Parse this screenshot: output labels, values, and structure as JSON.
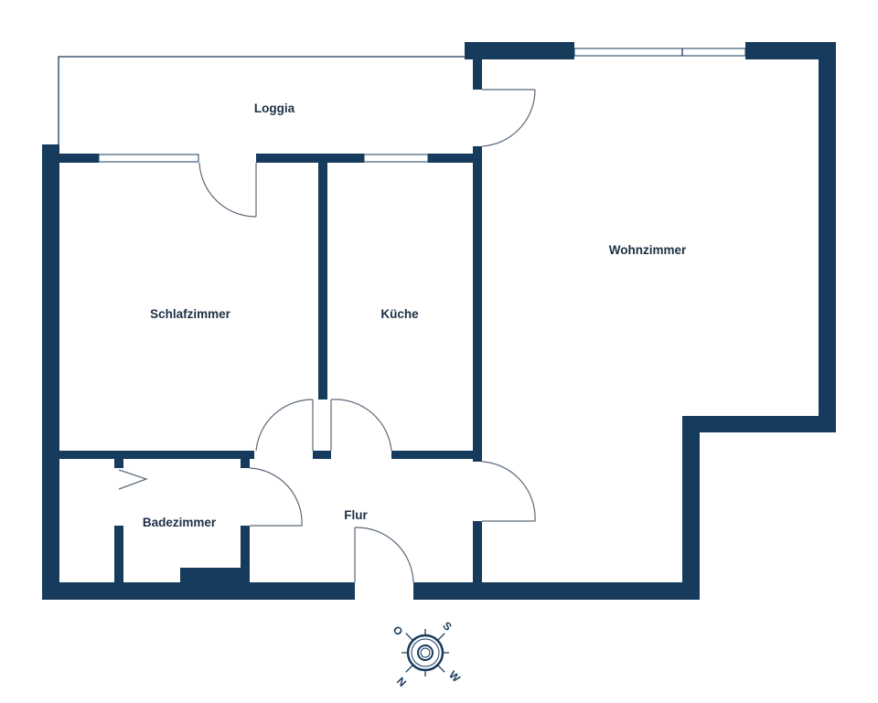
{
  "rooms": {
    "loggia": "Loggia",
    "wohnzimmer": "Wohnzimmer",
    "schlafzimmer": "Schlafzimmer",
    "kueche": "Küche",
    "badezimmer": "Badezimmer",
    "flur": "Flur"
  },
  "compass": {
    "n": "N",
    "o": "O",
    "s": "S",
    "w": "W"
  },
  "colors": {
    "wall": "#173b5c",
    "text": "#1d2f44"
  }
}
